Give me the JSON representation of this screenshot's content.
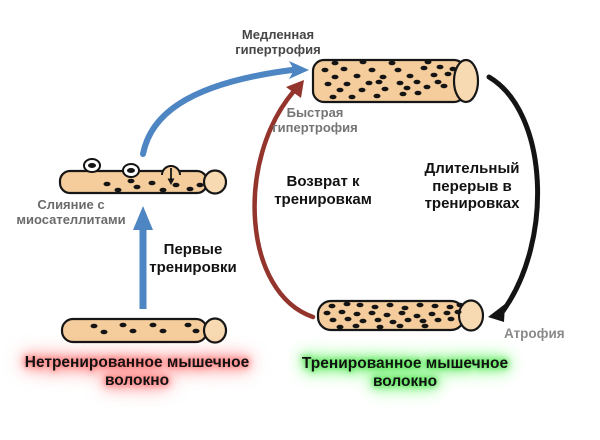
{
  "diagram": {
    "labels": {
      "slow_hypertrophy": "Медленная\nгипертрофия",
      "fast_hypertrophy": "Быстрая\nгипертрофия",
      "fusion_with_myosatellites": "Слияние с\nмиосателлитами",
      "first_workouts": "Первые\nтренировки",
      "return_to_training": "Возврат к\nтренировкам",
      "long_break": "Длительный\nперерыв в\nтренировках",
      "atrophy": "Атрофия",
      "untrained_fiber": "Нетренированное мышечное\nволокно",
      "trained_fiber": "Тренированное мышечное\nволокно"
    },
    "colors": {
      "fiber_fill": "#f5cd9d",
      "fiber_cap": "#f7d9b2",
      "arrow_blue": "#4e86c3",
      "arrow_red": "#93352c",
      "arrow_black": "#141414",
      "glow_red": "#fc7f7f",
      "glow_green": "#57e657"
    }
  }
}
